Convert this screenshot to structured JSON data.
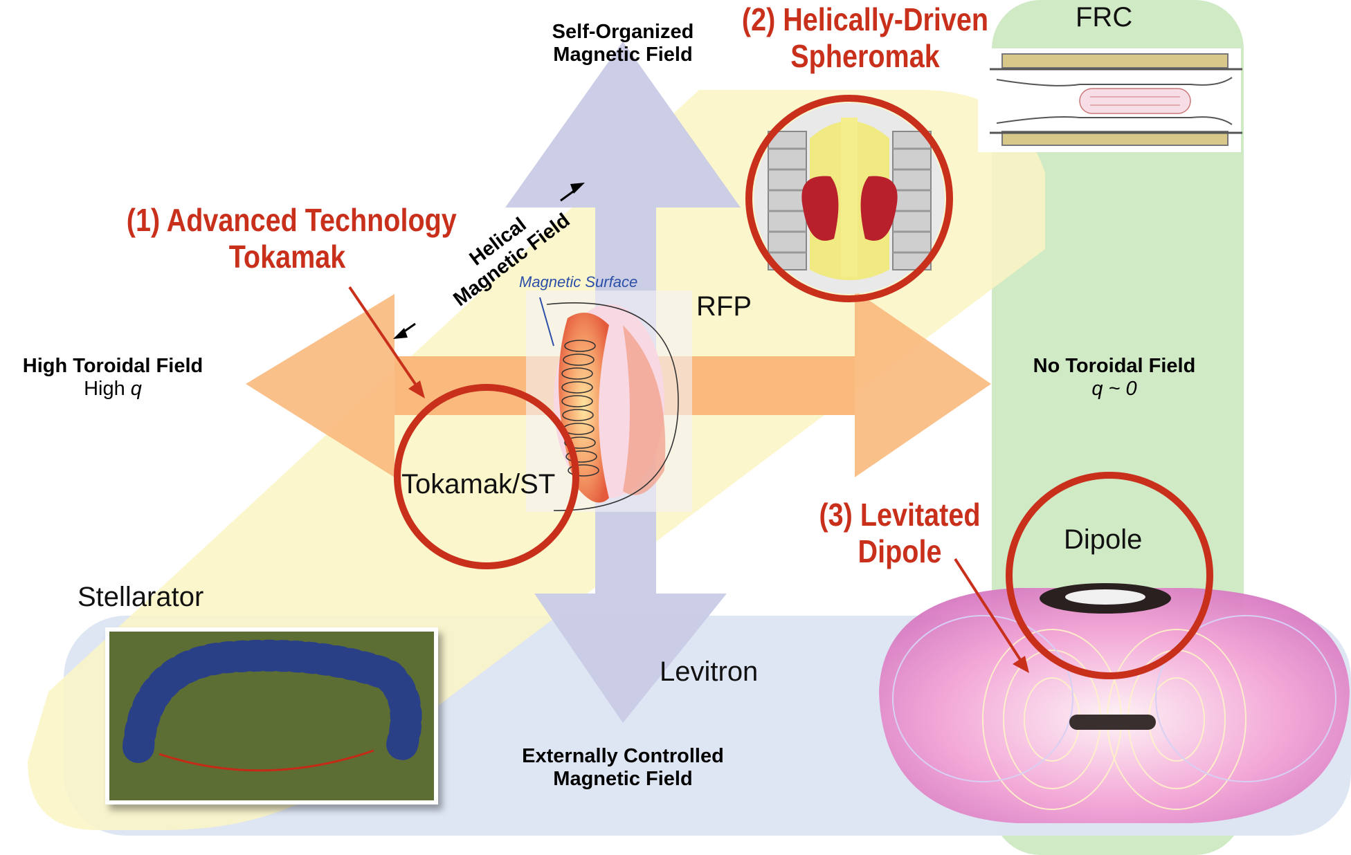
{
  "axes": {
    "top": {
      "line1": "Self-Organized",
      "line2": "Magnetic Field"
    },
    "bottom": {
      "line1": "Externally Controlled",
      "line2": "Magnetic Field"
    },
    "left": {
      "bold": "High Toroidal Field",
      "sub": "High",
      "sub_var": "q"
    },
    "right": {
      "bold": "No Toroidal Field",
      "sub": "q ~ 0"
    },
    "diagonal": {
      "line1": "Helical",
      "line2": "Magnetic Field"
    }
  },
  "concepts": {
    "tokamak": "Tokamak/ST",
    "rfp": "RFP",
    "frc": "FRC",
    "dipole": "Dipole",
    "stellarator": "Stellarator",
    "levitron": "Levitron",
    "magnetic_surface": "Magnetic Surface"
  },
  "highlights": {
    "advanced_tokamak": {
      "line1": "(1) Advanced Technology",
      "line2": "Tokamak"
    },
    "spheromak": {
      "line1": "(2) Helically-Driven",
      "line2": "Spheromak"
    },
    "dipole": {
      "line1": "(3) Levitated",
      "line2": "Dipole"
    }
  },
  "colors": {
    "highlight_red": "#c9301c",
    "orange_arrow": "#f9b97c",
    "lavender_arrow": "#c9cbe6",
    "yellow_band": "#fbf4c4",
    "green_band": "#cfe9c3",
    "blue_band": "#dce5f3"
  }
}
